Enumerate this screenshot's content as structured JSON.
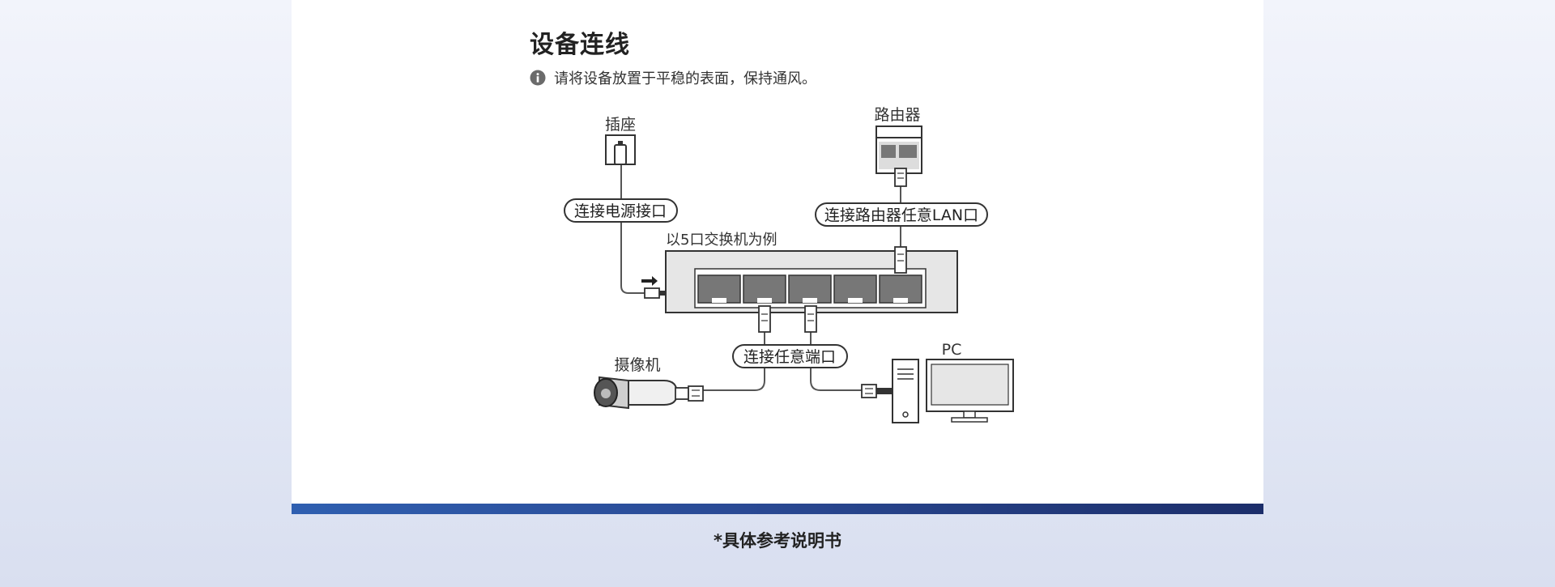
{
  "section": {
    "title": "设备连线",
    "tip": "请将设备放置于平稳的表面，保持通风。"
  },
  "diagram": {
    "labels": {
      "outlet": "插座",
      "router": "路由器",
      "camera": "摄像机",
      "pc": "PC",
      "switch_example": "以5口交换机为例"
    },
    "callouts": {
      "power": "连接电源接口",
      "router_lan": "连接路由器任意LAN口",
      "any_port": "连接任意端口"
    },
    "switch_port_count": 5
  },
  "footer": {
    "note": "*具体参考说明书"
  },
  "colors": {
    "accent_blue": "#2f5fb0",
    "accent_navy": "#1c2e6a",
    "device_fill": "#e6e6e6",
    "port_fill": "#777777",
    "line": "#555555"
  }
}
